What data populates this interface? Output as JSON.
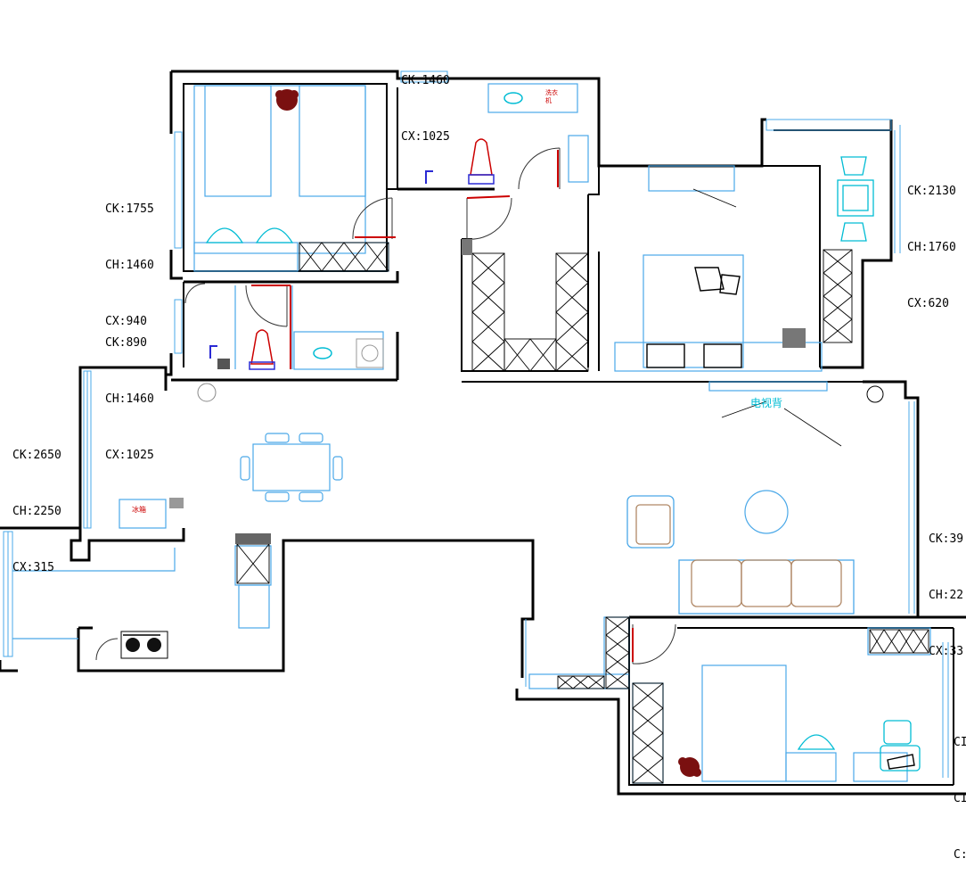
{
  "window_labels": {
    "top_center": [
      "CK:1460",
      "CX:1025"
    ],
    "bedroom_left": [
      "CK:1755",
      "CH:1460",
      "CX:940"
    ],
    "bath_left": [
      "CK:890",
      "CH:1460",
      "CX:1025"
    ],
    "dining_left": [
      "CK:2650",
      "CH:2250",
      "CX:315"
    ],
    "master_right": [
      "CK:2130",
      "CH:1760",
      "CX:620"
    ],
    "living_right": [
      "CK:39",
      "CH:22",
      "CX:33"
    ],
    "bedroom_bottom_right": [
      "CI",
      "CI",
      "C:"
    ]
  },
  "room_labels": {
    "tv_wall": "电视背",
    "washer": "洗衣机",
    "fridge": "冰箱"
  },
  "colors": {
    "wall": "#000000",
    "furniture": "#4aa8e8",
    "fixture": "#00bcd4",
    "door": "#cc0000",
    "sofa": "#b08866",
    "plant": "#7a1010"
  }
}
